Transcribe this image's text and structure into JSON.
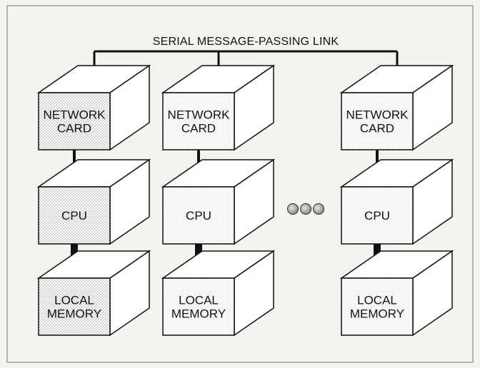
{
  "title": "SERIAL MESSAGE-PASSING LINK",
  "nodes": [
    {
      "network": [
        "NETWORK",
        "CARD"
      ],
      "cpu": [
        "CPU"
      ],
      "memory": [
        "LOCAL",
        "MEMORY"
      ]
    },
    {
      "network": [
        "NETWORK",
        "CARD"
      ],
      "cpu": [
        "CPU"
      ],
      "memory": [
        "LOCAL",
        "MEMORY"
      ]
    },
    {
      "network": [
        "NETWORK",
        "CARD"
      ],
      "cpu": [
        "CPU"
      ],
      "memory": [
        "LOCAL",
        "MEMORY"
      ]
    }
  ],
  "ellipsis_dot_count": 3,
  "colors": {
    "background": "#f4f3ee",
    "frame": "#9c9c9c",
    "line": "#111111",
    "box_face": "#ffffff",
    "stipple": "#8e8e8e",
    "ellipsis_dot": "#b9b9b9"
  }
}
